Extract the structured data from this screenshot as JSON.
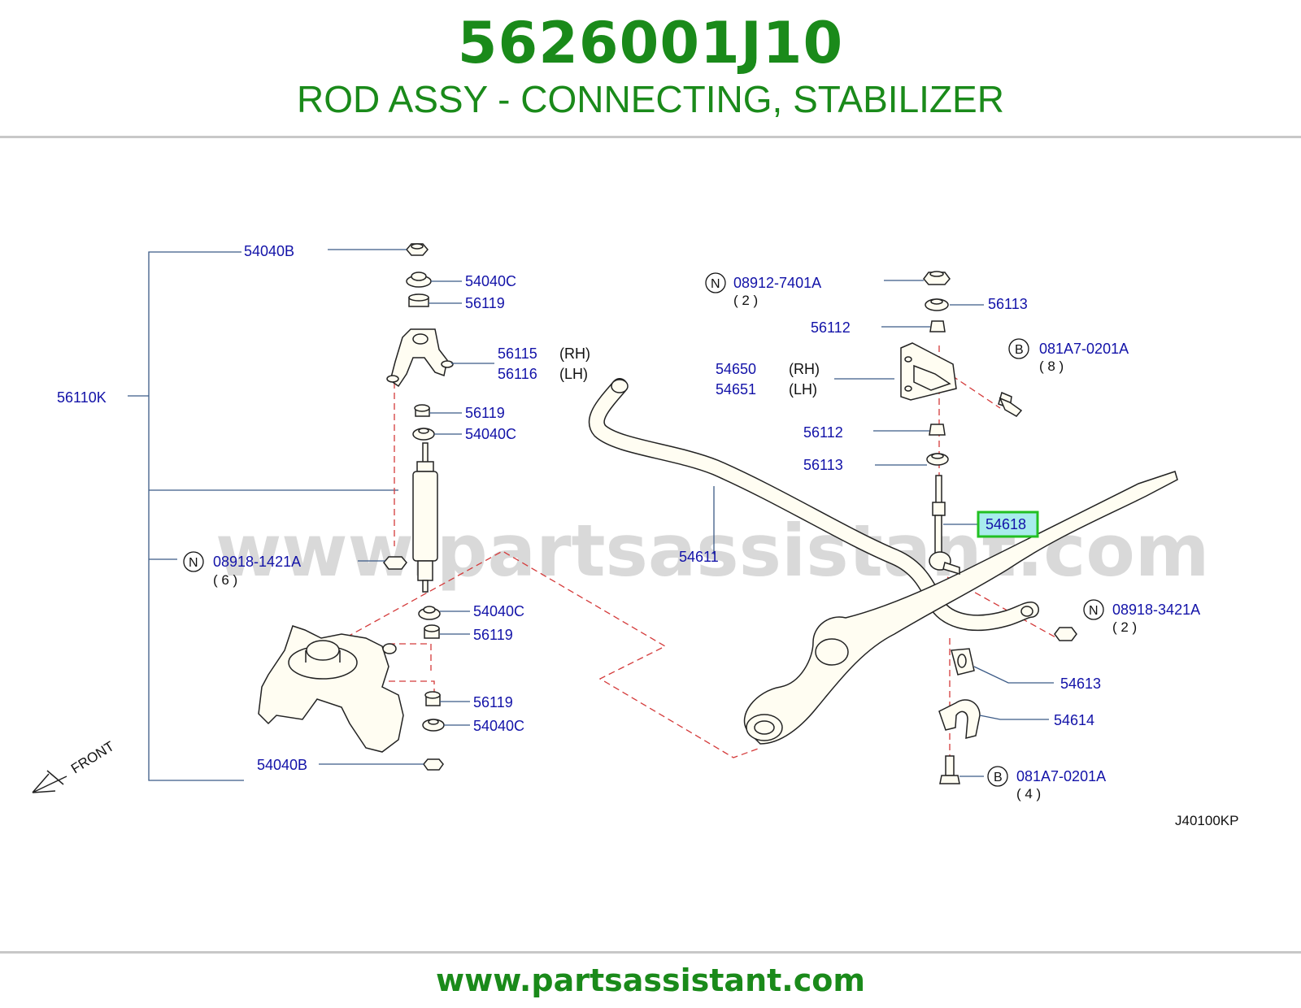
{
  "header": {
    "part_number": "5626001J10",
    "part_name": "ROD ASSY - CONNECTING, STABILIZER"
  },
  "footer": {
    "url": "www.partsassistant.com"
  },
  "diagram": {
    "watermark": "www.partsassistant.com",
    "code": "J40100KP",
    "front_label": "FRONT",
    "highlighted_part": "54618",
    "labels": {
      "p54040B_top": "54040B",
      "p54040C_1": "54040C",
      "p56119_1": "56119",
      "p56115": "56115",
      "p56115_sfx": "(RH)",
      "p56116": "56116",
      "p56116_sfx": "(LH)",
      "p56110K": "56110K",
      "p56119_2": "56119",
      "p54040C_2": "54040C",
      "p08918_1421A": "08918-1421A",
      "p08918_1421A_qty": "( 6 )",
      "p54040C_3": "54040C",
      "p56119_3": "56119",
      "p56119_4": "56119",
      "p54040C_4": "54040C",
      "p54040B_bottom": "54040B",
      "p08912_7401A": "08912-7401A",
      "p08912_7401A_qty": "( 2 )",
      "p56113_1": "56113",
      "p56112_1": "56112",
      "p081A7_0201A_1": "081A7-0201A",
      "p081A7_0201A_1_qty": "( 8 )",
      "p54650": "54650",
      "p54650_sfx": "(RH)",
      "p54651": "54651",
      "p54651_sfx": "(LH)",
      "p56112_2": "56112",
      "p56113_2": "56113",
      "p54618": "54618",
      "p54611": "54611",
      "p08918_3421A": "08918-3421A",
      "p08918_3421A_qty": "( 2 )",
      "p54613": "54613",
      "p54614": "54614",
      "p081A7_0201A_2": "081A7-0201A",
      "p081A7_0201A_2_qty": "( 4 )"
    },
    "circle_letters": {
      "n1": "N",
      "n2": "N",
      "n3": "N",
      "b1": "B",
      "b2": "B"
    },
    "colors": {
      "title_green": "#1a8a1a",
      "label_blue": "#1212a8",
      "highlight_box": "#22c022",
      "highlight_fill": "#a8ecec",
      "dashed_red": "#d43a3a"
    }
  }
}
